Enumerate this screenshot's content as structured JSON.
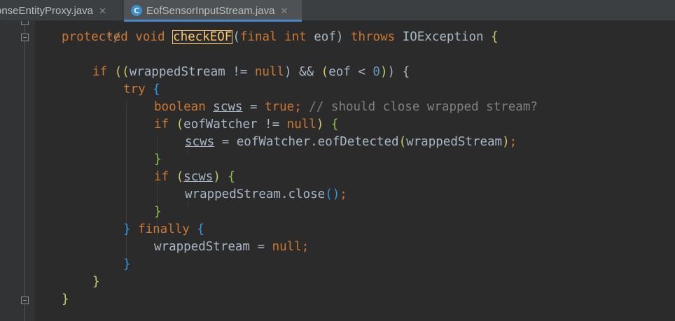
{
  "tabs": [
    {
      "label": "onseEntityProxy.java",
      "active": false
    },
    {
      "label": "EofSensorInputStream.java",
      "active": true
    }
  ],
  "tab_icon": "class-icon",
  "close_glyph": "✕",
  "code": {
    "l0": {
      "t": "*/"
    },
    "l1": {
      "a": "protected void ",
      "b": "checkEOF",
      "c": "(",
      "d": "final int ",
      "e": "eof) ",
      "f": "throws ",
      "g": "IOException ",
      "h": "{"
    },
    "l3": {
      "a": "if ",
      "b": "((",
      "c": "wrappedStream != ",
      "d": "null",
      "e": ") && ",
      "f": "(",
      "g": "eof < ",
      "h": "0",
      "i": ")",
      "j": ") {"
    },
    "l4": {
      "a": "try ",
      "b": "{"
    },
    "l5": {
      "a": "boolean ",
      "b": "scws",
      "c": " = ",
      "d": "true",
      "e": "; ",
      "f": "// should close wrapped stream?"
    },
    "l6": {
      "a": "if ",
      "b": "(",
      "c": "eofWatcher != ",
      "d": "null",
      "e": ") ",
      "f": "{"
    },
    "l7": {
      "a": "scws",
      "b": " = eofWatcher.eofDetected",
      "c": "(",
      "d": "wrappedStream",
      "e": ")",
      "f": ";"
    },
    "l8": {
      "a": "}"
    },
    "l9": {
      "a": "if ",
      "b": "(",
      "c": "scws",
      "d": ") ",
      "e": "{"
    },
    "l10": {
      "a": "wrappedStream.close",
      "b": "()",
      "c": ";"
    },
    "l11": {
      "a": "}"
    },
    "l12": {
      "a": "} ",
      "b": "finally ",
      "c": "{"
    },
    "l13": {
      "a": "wrappedStream = ",
      "b": "null",
      "c": ";"
    },
    "l14": {
      "a": "}"
    },
    "l15": {
      "a": "}"
    },
    "l16": {
      "a": "}"
    }
  },
  "colors": {
    "background": "#2b2b2b",
    "keyword": "#cc7832",
    "method": "#ffc66d",
    "number": "#6897bb",
    "comment": "#808080",
    "text": "#a9b7c6"
  }
}
